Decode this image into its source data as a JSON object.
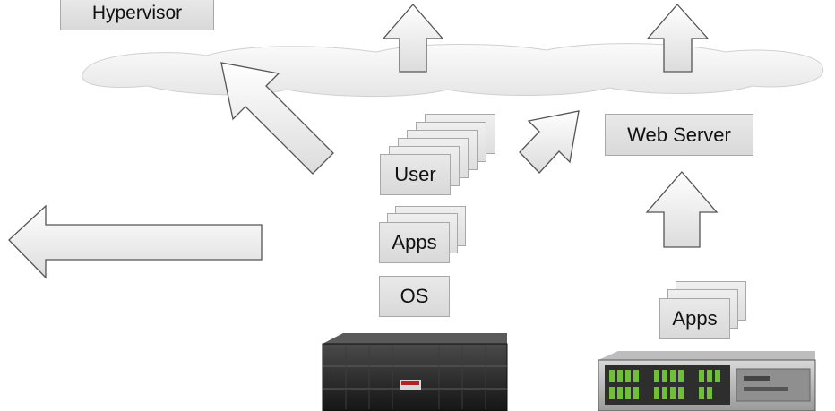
{
  "labels": {
    "hypervisor": "Hypervisor",
    "web_server": "Web Server",
    "user": "User",
    "apps_left": "Apps",
    "os": "OS",
    "apps_right": "Apps"
  },
  "icons": {
    "cloud": "cloud-icon",
    "storage": "storage-array-icon",
    "server": "rack-server-icon",
    "arrow": "arrow-icon"
  },
  "colors": {
    "label_fill": "#e3e3e3",
    "arrow_fill": "#f2f2f2",
    "arrow_stroke": "#555555",
    "cloud_fill": "#f3f3f3",
    "device_dark": "#2a2a2a",
    "device_green": "#6fbf3a"
  }
}
